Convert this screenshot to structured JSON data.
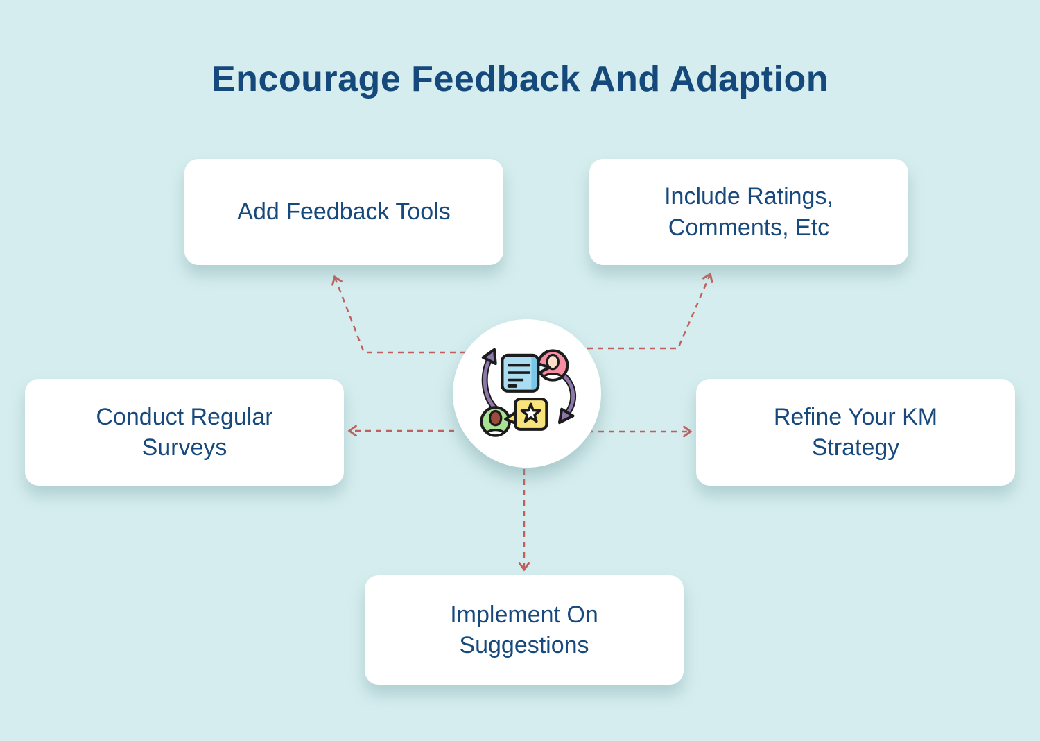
{
  "title": "Encourage Feedback And Adaption",
  "nodes": [
    {
      "label": "Add Feedback Tools"
    },
    {
      "label": "Include Ratings, Comments, Etc"
    },
    {
      "label": "Conduct Regular Surveys"
    },
    {
      "label": "Refine Your KM Strategy"
    },
    {
      "label": "Implement On Suggestions"
    }
  ],
  "center": {
    "icon": "feedback-cycle-icon"
  },
  "colors": {
    "background": "#d5edee",
    "title-text": "#15497b",
    "node-text": "#17497c",
    "node-bg": "#ffffff",
    "connector": "#c0605d",
    "icon-blue": "#aadcf2",
    "icon-pink": "#f78da3",
    "icon-green": "#a9e294",
    "icon-yellow": "#f9e47c",
    "icon-purple": "#8d77ab"
  }
}
